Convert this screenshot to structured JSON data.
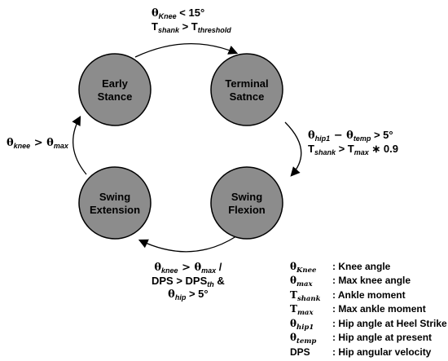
{
  "states": {
    "early_stance": [
      "Early",
      "Stance"
    ],
    "terminal_stance": [
      "Terminal",
      "Satnce"
    ],
    "swing_flexion": [
      "Swing",
      "Flexion"
    ],
    "swing_extension": [
      "Swing",
      "Extension"
    ]
  },
  "transitions": {
    "es_to_ts": {
      "line1": {
        "sym": "θ",
        "sub": "Knee",
        "rest": " <  15°"
      },
      "line2": {
        "sym": "T",
        "sub": "shank",
        "rest": "  > T",
        "sub2": "threshold"
      }
    },
    "ts_to_sf": {
      "line1": {
        "sym": "θ",
        "sub": "hip1",
        "mid": " − θ",
        "sub2": "temp",
        "rest": " > 5°"
      },
      "line2": {
        "sym": "T",
        "sub": "shank",
        "mid": " > T",
        "sub2": "max",
        "rest": " ∗ 0.9"
      }
    },
    "sf_to_se": {
      "line1": {
        "sym": "θ",
        "sub": "knee",
        "mid": " > θ",
        "sub2": "max",
        "rest": "  /"
      },
      "line2": {
        "pre": "DPS > DPS",
        "sub": "th",
        "rest": " &"
      },
      "line3": {
        "sym": "θ",
        "sub": "hip",
        "rest": " > 5°"
      }
    },
    "se_to_es": {
      "line1": {
        "sym": "θ",
        "sub": "knee",
        "mid": " > θ",
        "sub2": "max"
      }
    }
  },
  "legend": [
    {
      "sym": "θ",
      "sub": "Knee",
      "desc": ": Knee angle"
    },
    {
      "sym": "θ",
      "sub": "max",
      "desc": ": Max knee angle"
    },
    {
      "sym": "T",
      "sub": "shank",
      "desc": ": Ankle moment"
    },
    {
      "sym": "T",
      "sub": "max",
      "desc": ": Max ankle moment"
    },
    {
      "sym": "θ",
      "sub": "hip1",
      "desc": ": Hip angle at Heel Strike"
    },
    {
      "sym": "θ",
      "sub": "temp",
      "desc": ": Hip angle at present"
    },
    {
      "sym": "DPS",
      "sub": "",
      "desc": ": Hip angular velocity"
    }
  ],
  "colors": {
    "state_fill": "#8c8c8c",
    "state_stroke": "#000000",
    "arrow": "#000000"
  }
}
